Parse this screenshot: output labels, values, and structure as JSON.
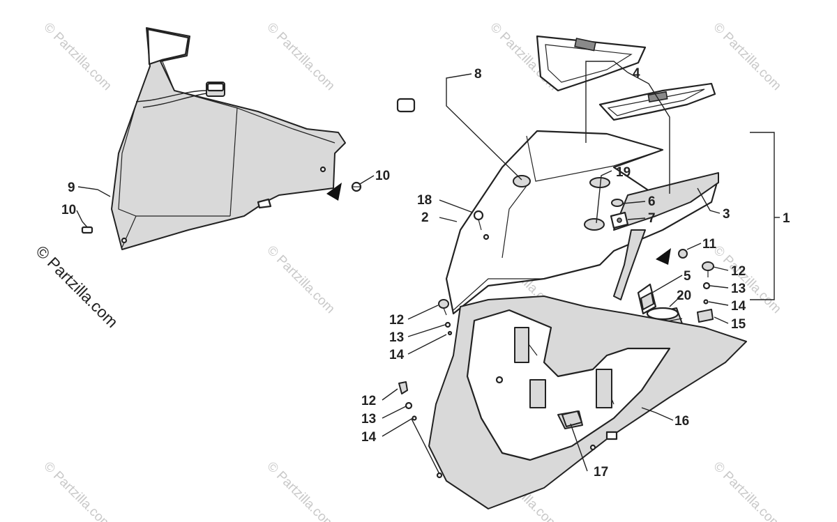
{
  "watermark": {
    "main_text": "© Partzilla.com",
    "tile_text": "© Partzilla.com"
  },
  "callouts": {
    "c1": "1",
    "c2": "2",
    "c3": "3",
    "c4": "4",
    "c5": "5",
    "c6": "6",
    "c7": "7",
    "c8": "8",
    "c9": "9",
    "c10a": "10",
    "c10b": "10",
    "c11": "11",
    "c12a": "12",
    "c12b": "12",
    "c12c": "12",
    "c13a": "13",
    "c13b": "13",
    "c13c": "13",
    "c14a": "14",
    "c14b": "14",
    "c14c": "14",
    "c15": "15",
    "c16": "16",
    "c17": "17",
    "c18": "18",
    "c19": "19",
    "c20": "20"
  }
}
